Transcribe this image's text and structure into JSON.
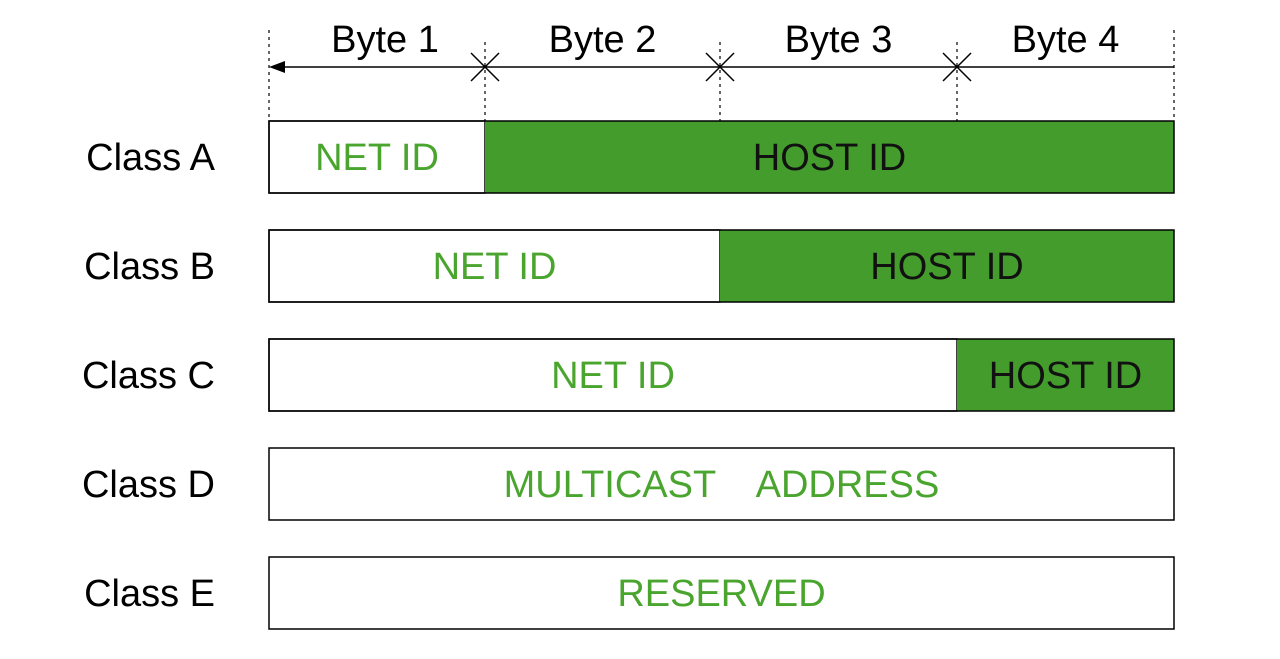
{
  "header": {
    "bytes": [
      "Byte 1",
      "Byte 2",
      "Byte 3",
      "Byte 4"
    ]
  },
  "rows": [
    {
      "label": "Class A",
      "net_bytes": 1,
      "segments": [
        {
          "text": "NET ID",
          "kind": "net"
        },
        {
          "text": "HOST ID",
          "kind": "host"
        }
      ]
    },
    {
      "label": "Class B",
      "net_bytes": 2,
      "segments": [
        {
          "text": "NET ID",
          "kind": "net"
        },
        {
          "text": "HOST ID",
          "kind": "host"
        }
      ]
    },
    {
      "label": "Class C",
      "net_bytes": 3,
      "segments": [
        {
          "text": "NET ID",
          "kind": "net"
        },
        {
          "text": "HOST ID",
          "kind": "host"
        }
      ]
    },
    {
      "label": "Class D",
      "net_bytes": 4,
      "segments": [
        {
          "text": "MULTICAST    ADDRESS",
          "kind": "full"
        }
      ]
    },
    {
      "label": "Class E",
      "net_bytes": 4,
      "segments": [
        {
          "text": "RESERVED",
          "kind": "full"
        }
      ]
    }
  ],
  "colors": {
    "host_fill": "#449c2c",
    "net_text": "#4aa52f",
    "host_text": "#111111",
    "border": "#000000",
    "label_text": "#000000"
  }
}
